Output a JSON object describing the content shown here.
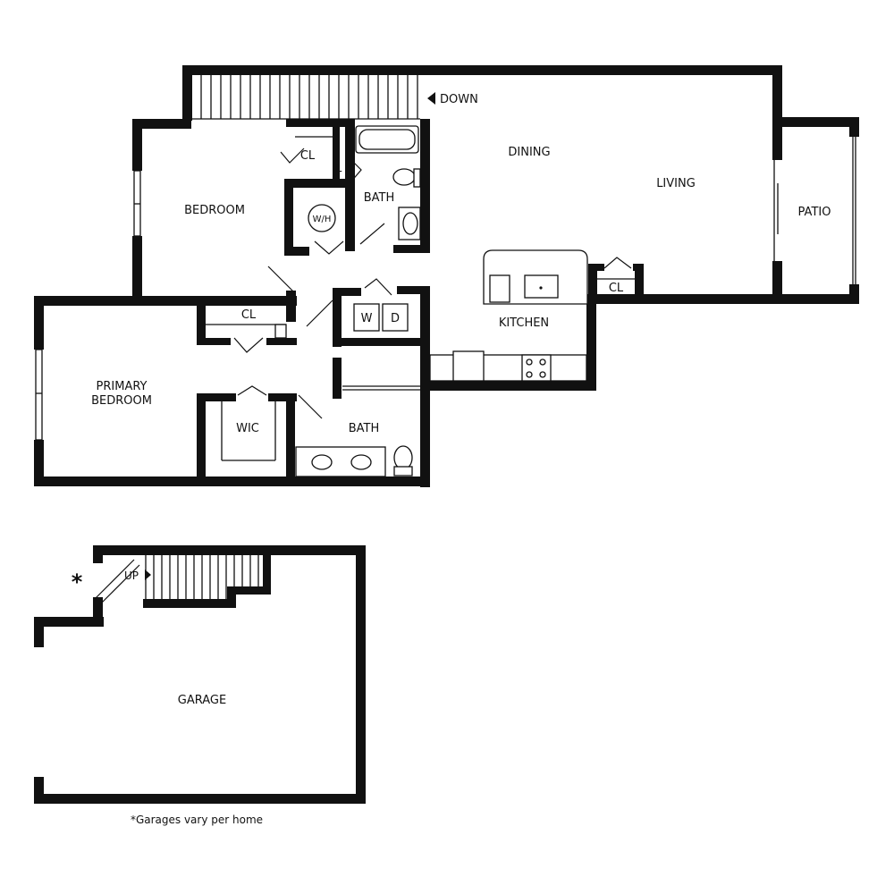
{
  "rooms": {
    "bedroom": "BEDROOM",
    "cl_upper": "CL",
    "linen": "L",
    "bath_upper": "BATH",
    "water_heater": "W/H",
    "dining": "DINING",
    "living": "LIVING",
    "patio": "PATIO",
    "kitchen": "KITCHEN",
    "cl_kitchen": "CL",
    "cl_primary": "CL",
    "primary_line1": "PRIMARY",
    "primary_line2": "BEDROOM",
    "washer": "W",
    "dryer": "D",
    "wic": "WIC",
    "bath_primary": "BATH",
    "garage": "GARAGE"
  },
  "stairs": {
    "down_label": "DOWN",
    "up_label": "UP",
    "asterisk": "*"
  },
  "footnote": "*Garages vary per home"
}
